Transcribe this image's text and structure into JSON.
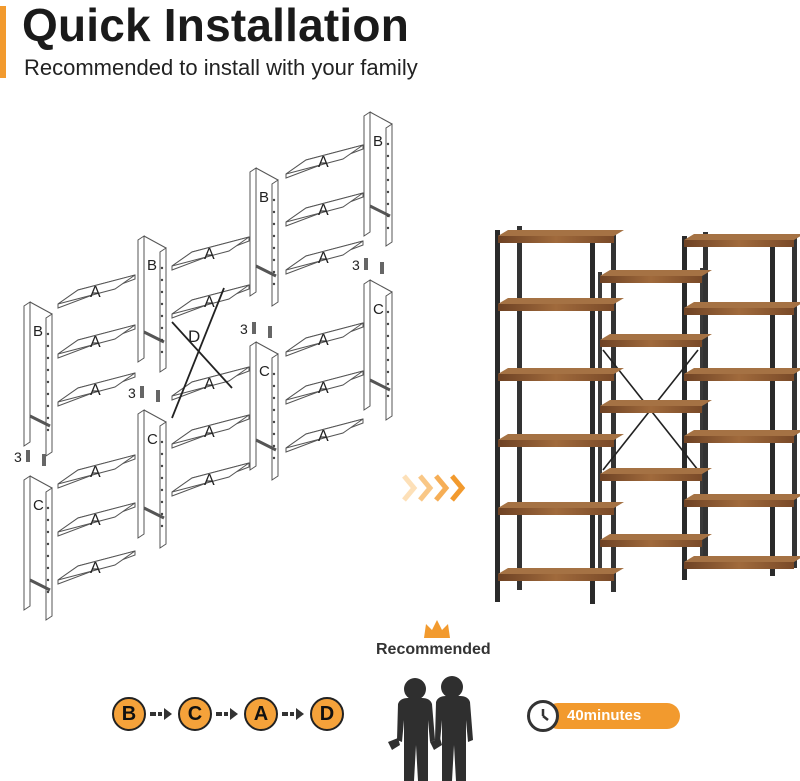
{
  "header": {
    "title": "Quick Installation",
    "subtitle": "Recommended to install with your family"
  },
  "parts": {
    "shelf": "A",
    "frame_top": "B",
    "frame_bottom": "C",
    "cross_bar": "D",
    "connector_count": "3"
  },
  "steps": {
    "sequence": [
      "B",
      "C",
      "A",
      "D"
    ]
  },
  "recommendation": {
    "label": "Recommended",
    "time": "40minutes"
  },
  "colors": {
    "accent": "#f29a2e",
    "wood": "#8a5a32",
    "frame": "#2a2a2a"
  },
  "icons": [
    "crown-icon",
    "clock-icon",
    "two-people-icon",
    "wrench-icon",
    "chevron-right-icon"
  ]
}
